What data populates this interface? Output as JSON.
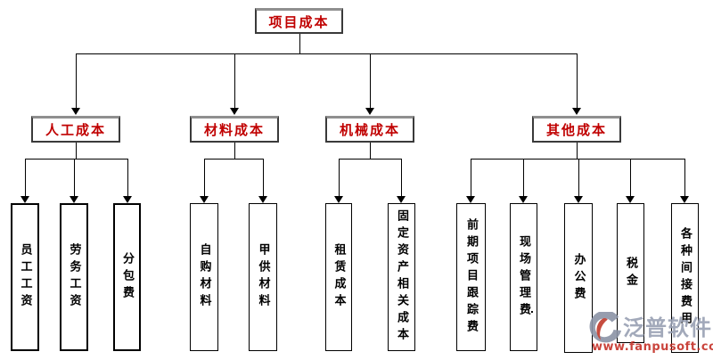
{
  "root": {
    "label": "项目成本"
  },
  "groups": [
    {
      "label": "人工成本",
      "leaves": [
        {
          "label": "员工工资"
        },
        {
          "label": "劳务工资"
        },
        {
          "label": "分包费"
        }
      ]
    },
    {
      "label": "材料成本",
      "leaves": [
        {
          "label": "自购材料"
        },
        {
          "label": "甲供材料"
        }
      ]
    },
    {
      "label": "机械成本",
      "leaves": [
        {
          "label": "租赁成本"
        },
        {
          "label": "固定资产相关成本"
        }
      ]
    },
    {
      "label": "其他成本",
      "leaves": [
        {
          "label": "前期项目跟踪费"
        },
        {
          "label": "现场管理费",
          "mark": "."
        },
        {
          "label": "办公费"
        },
        {
          "label": "税金"
        },
        {
          "label": "各种间接费用"
        }
      ]
    }
  ],
  "watermark": {
    "brand": "泛普软件",
    "url": "www.fanpusoft.com",
    "logo_icon": "fanpu-swirl-logo"
  },
  "colors": {
    "node_text": "#c00000",
    "leaf_text": "#000000",
    "line": "#000000",
    "watermark_grey": "#98a0b3",
    "watermark_red": "#c53027"
  }
}
